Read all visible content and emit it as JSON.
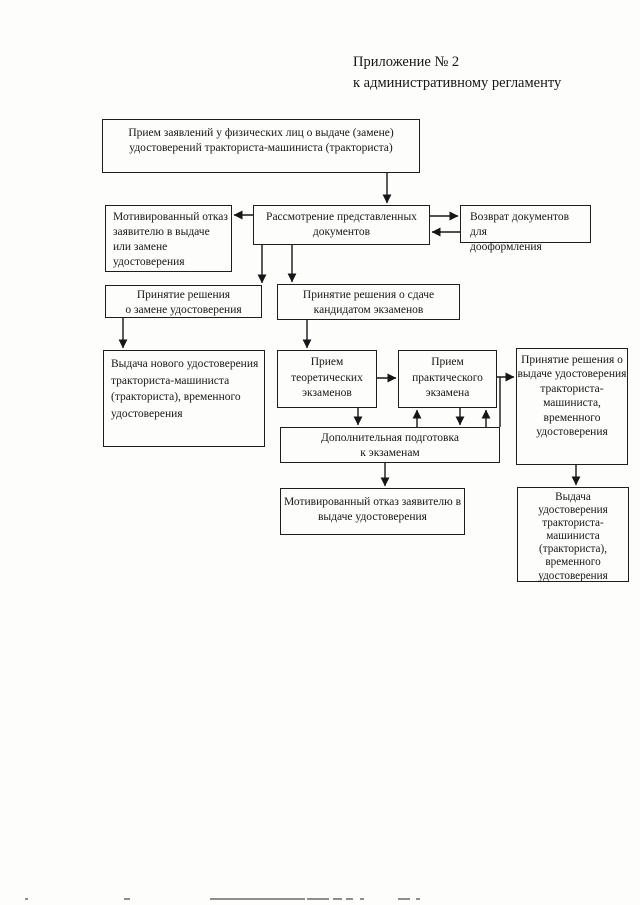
{
  "page": {
    "header": "Приложение № 2\nк административному регламенту"
  },
  "diagram": {
    "nodes": {
      "intake": {
        "label": "Прием заявлений у физических лиц о выдаче (замене)\nудостоверений тракториста-машиниста (тракториста)"
      },
      "refusal_initial": {
        "label": "Мотивированный отказ\nзаявителю в выдаче\nили замене\nудостоверения"
      },
      "review": {
        "label": "Рассмотрение представленных\nдокументов"
      },
      "return_docs": {
        "label": "Возврат документов для\nдооформления"
      },
      "decision_replace": {
        "label": "Принятие решения\nо замене удостоверения"
      },
      "decision_exams": {
        "label": "Принятие решения о сдаче\nкандидатом экзаменов"
      },
      "issue_new": {
        "label": "Выдача нового удостоверения\nтракториста-машиниста\n(тракториста), временного\nудостоверения"
      },
      "theory_exam": {
        "label": "Прием\nтеоретических\nэкзаменов"
      },
      "practice_exam": {
        "label": "Прием\nпрактического\nэкзамена"
      },
      "decision_issue": {
        "label": "Принятие решения о\nвыдаче удостоверения\nтракториста-\nмашиниста,\nвременного\nудостоверения"
      },
      "prep": {
        "label": "Дополнительная подготовка\nк экзаменам"
      },
      "refusal_final": {
        "label": "Мотивированный отказ заявителю в\nвыдаче удостоверения"
      },
      "issue_cert": {
        "label": "Выдача\nудостоверения\nтракториста-\nмашиниста\n(тракториста),\nвременного\nудостоверения"
      }
    },
    "edges": [
      {
        "from": "intake",
        "to": "review"
      },
      {
        "from": "review",
        "to": "refusal_initial"
      },
      {
        "from": "review",
        "to": "return_docs"
      },
      {
        "from": "return_docs",
        "to": "review"
      },
      {
        "from": "review",
        "to": "decision_replace"
      },
      {
        "from": "review",
        "to": "decision_exams"
      },
      {
        "from": "decision_replace",
        "to": "issue_new"
      },
      {
        "from": "decision_exams",
        "to": "theory_exam"
      },
      {
        "from": "theory_exam",
        "to": "practice_exam"
      },
      {
        "from": "practice_exam",
        "to": "decision_issue"
      },
      {
        "from": "theory_exam",
        "to": "prep"
      },
      {
        "from": "prep",
        "to": "practice_exam"
      },
      {
        "from": "practice_exam",
        "to": "prep"
      },
      {
        "from": "prep",
        "to": "practice_exam"
      },
      {
        "from": "prep",
        "to": "decision_issue"
      },
      {
        "from": "prep",
        "to": "refusal_final"
      },
      {
        "from": "decision_issue",
        "to": "issue_cert"
      }
    ]
  }
}
